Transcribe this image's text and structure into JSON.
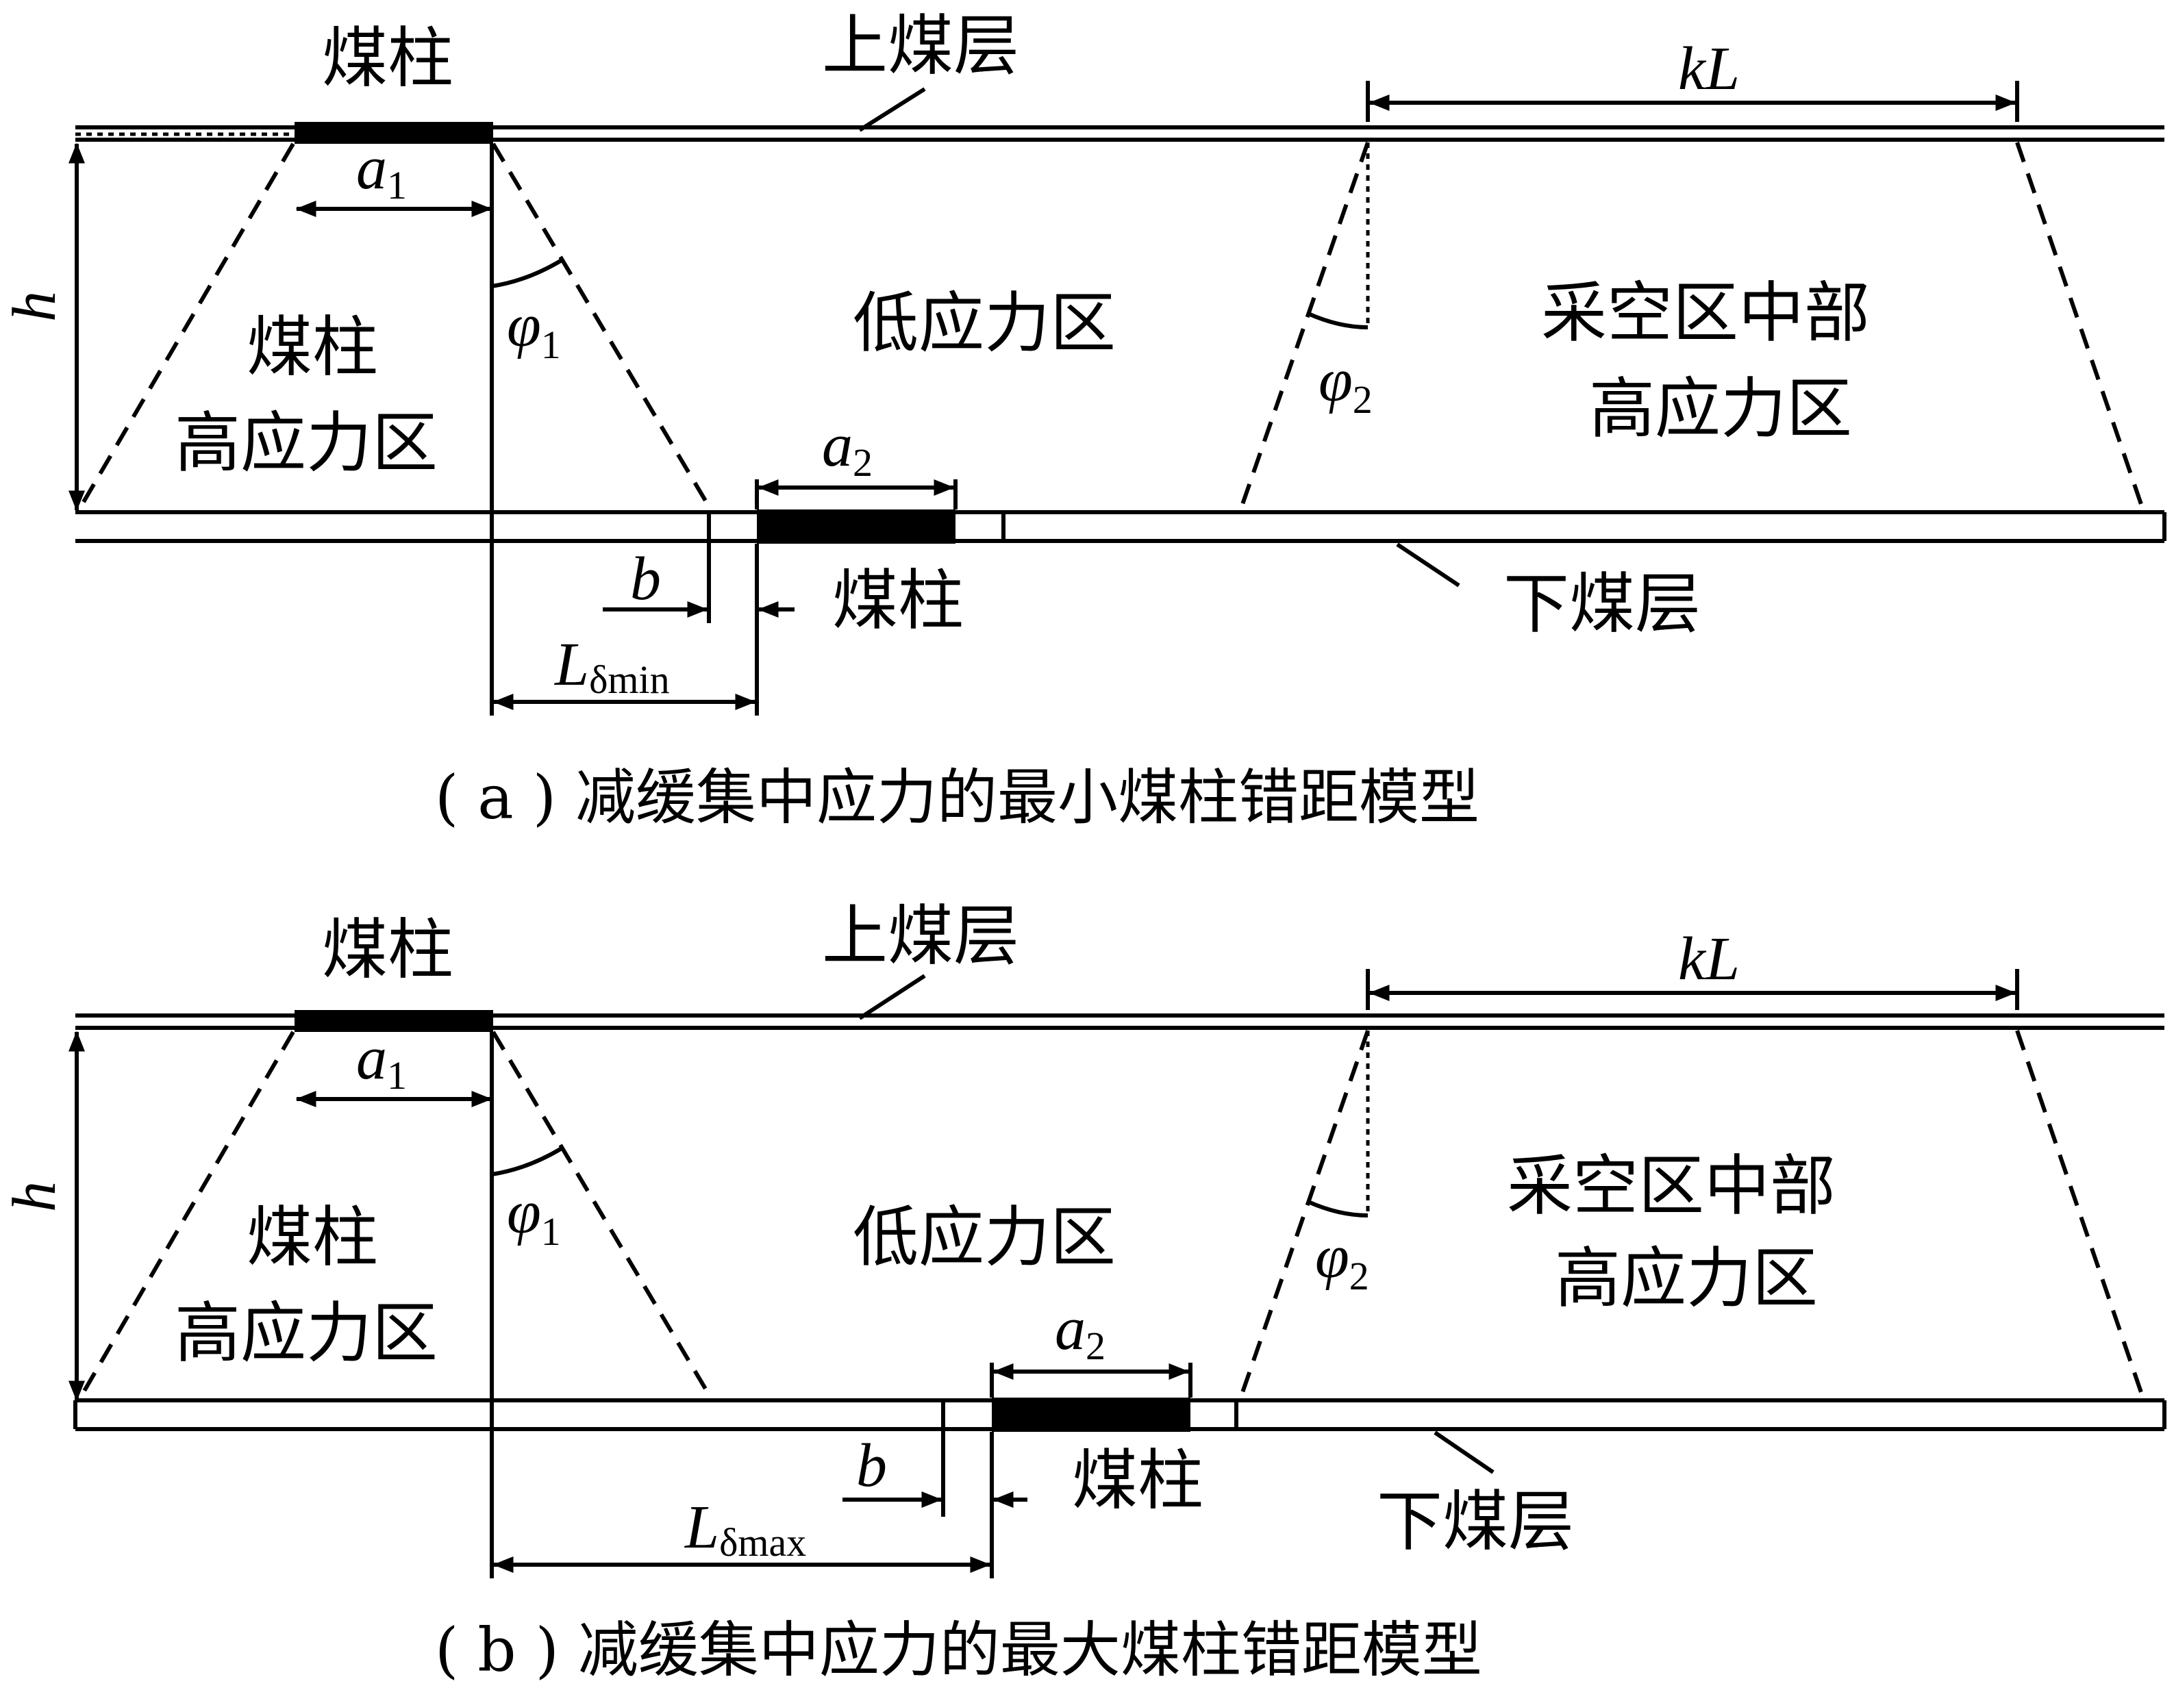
{
  "panels": [
    {
      "upper_pillar": "煤柱",
      "upper_seam": "上煤层",
      "kL": "kL",
      "a1": "a",
      "a1_sub": "1",
      "h": "h",
      "phi1": "φ",
      "phi1_sub": "1",
      "phi2": "φ",
      "phi2_sub": "2",
      "pillar_zone_line1": "煤柱",
      "pillar_zone_line2": "高应力区",
      "low_stress": "低应力区",
      "goaf_line1": "采空区中部",
      "goaf_line2": "高应力区",
      "a2": "a",
      "a2_sub": "2",
      "b": "b",
      "lower_pillar": "煤柱",
      "lower_seam": "下煤层",
      "L": "L",
      "L_sub": "δmin",
      "caption": "( a ) 减缓集中应力的最小煤柱错距模型"
    },
    {
      "upper_pillar": "煤柱",
      "upper_seam": "上煤层",
      "kL": "kL",
      "a1": "a",
      "a1_sub": "1",
      "h": "h",
      "phi1": "φ",
      "phi1_sub": "1",
      "phi2": "φ",
      "phi2_sub": "2",
      "pillar_zone_line1": "煤柱",
      "pillar_zone_line2": "高应力区",
      "low_stress": "低应力区",
      "goaf_line1": "采空区中部",
      "goaf_line2": "高应力区",
      "a2": "a",
      "a2_sub": "2",
      "b": "b",
      "lower_pillar": "煤柱",
      "lower_seam": "下煤层",
      "L": "L",
      "L_sub": "δmax",
      "caption": "( b ) 减缓集中应力的最大煤柱错距模型"
    }
  ]
}
